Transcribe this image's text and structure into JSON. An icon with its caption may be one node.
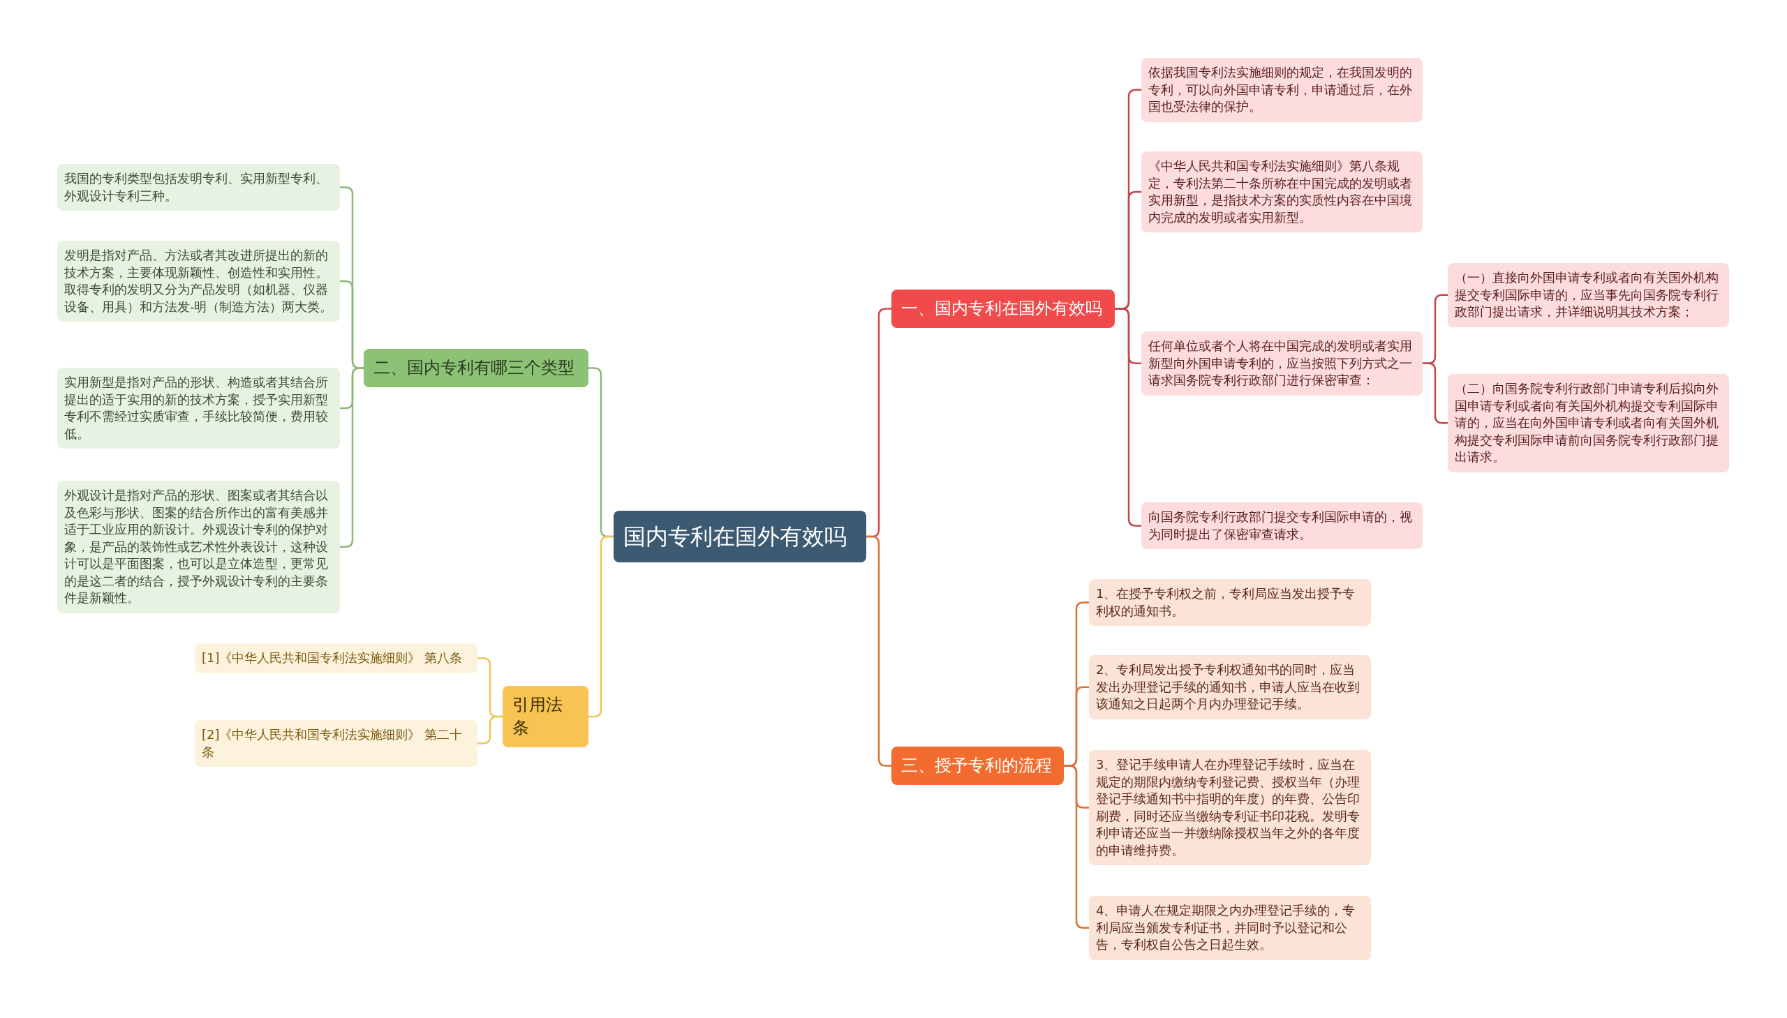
{
  "diagram": {
    "nodes": [
      {
        "text": [
          "国内专利在国外有效吗"
        ]
      },
      {
        "text": [
          "一、国内专利在国外有效吗"
        ]
      },
      {
        "text": [
          "依据我国专利法实施细则的规定，在我国发明的专利，可以向外国申请专利，申请通过后，在外国也受法律的保护。"
        ]
      },
      {
        "text": [
          "《中华人民共和国专利法实施细则》第八条规定，专利法第二十条所称在中国完成的发明或者实用新型，是指技术方案的实质性内容在中国境内完成的发明或者实用新型。"
        ]
      },
      {
        "text": [
          "任何单位或者个人将在中国完成的发明或者实用新型向外国申请专利的，应当按照下列方式之一请求国务院专利行政部门进行保密审查："
        ]
      },
      {
        "text": [
          "（一）直接向外国申请专利或者向有关国外机构提交专利国际申请的，应当事先向国务院专利行政部门提出请求，并详细说明其技术方案；"
        ]
      },
      {
        "text": [
          "（二）向国务院专利行政部门申请专利后拟向外国申请专利或者向有关国外机构提交专利国际申请的，应当在向外国申请专利或者向有关国外机构提交专利国际申请前向国务院专利行政部门提出请求。"
        ]
      },
      {
        "text": [
          "向国务院专利行政部门提交专利国际申请的，视为同时提出了保密审查请求。"
        ]
      },
      {
        "text": [
          "二、国内专利有哪三个类型"
        ]
      },
      {
        "text": [
          "我国的专利类型包括发明专利、实用新型专利、外观设计专利三种。"
        ]
      },
      {
        "text": [
          "发明是指对产品、方法或者其改进所提出的新的技术方案，主要体现新颖性、创造性和实用性。取得专利的发明又分为产品发明（如机器、仪器设备、用具）和方法发-明（制造方法）两大类。"
        ]
      },
      {
        "text": [
          "实用新型是指对产品的形状、构造或者其结合所提出的适于实用的新的技术方案，授予实用新型专利不需经过实质审查，手续比较简便，费用较低。"
        ]
      },
      {
        "text": [
          "外观设计是指对产品的形状、图案或者其结合以及色彩与形状、图案的结合所作出的富有美感并适于工业应用的新设计。外观设计专利的保护对象，是产品的装饰性或艺术性外表设计，这种设计可以是平面图案，也可以是立体造型，更常见的是这二者的结合，授予外观设计专利的主要条件是新颖性。"
        ]
      },
      {
        "text": [
          "引用法条"
        ]
      },
      {
        "text": [
          "[1]《中华人民共和国专利法实施细则》 第八条"
        ]
      },
      {
        "text": [
          "[2]《中华人民共和国专利法实施细则》 第二十条"
        ]
      },
      {
        "text": [
          "三、授予专利的流程"
        ]
      },
      {
        "text": [
          "1、在授予专利权之前，专利局应当发出授予专利权的通知书。"
        ]
      },
      {
        "text": [
          "2、专利局发出授予专利权通知书的同时，应当发出办理登记手续的通知书，申请人应当在收到该通知之日起两个月内办理登记手续。"
        ]
      },
      {
        "text": [
          "3、登记手续申请人在办理登记手续时，应当在规定的期限内缴纳专利登记费、授权当年（办理登记手续通知书中指明的年度）的年费、公告印刷费，同时还应当缴纳专利证书印花税。发明专利申请还应当一并缴纳除授权当年之外的各年度的申请维持费。"
        ]
      },
      {
        "text": [
          "4、申请人在规定期限之内办理登记手续的，专利局应当颁发专利证书，并同时予以登记和公告，专利权自公告之日起生效。"
        ]
      }
    ],
    "edges": [
      {
        "from": 0,
        "to": 1,
        "arrow": "none",
        "color": "#d9464b"
      },
      {
        "from": 1,
        "to": 2,
        "arrow": "none",
        "color": "#c0484f"
      },
      {
        "from": 1,
        "to": 3,
        "arrow": "none",
        "color": "#c0484f"
      },
      {
        "from": 1,
        "to": 4,
        "arrow": "none",
        "color": "#c0484f"
      },
      {
        "from": 4,
        "to": 5,
        "arrow": "none",
        "color": "#c0484f"
      },
      {
        "from": 4,
        "to": 6,
        "arrow": "none",
        "color": "#c0484f"
      },
      {
        "from": 1,
        "to": 7,
        "arrow": "none",
        "color": "#c0484f"
      },
      {
        "from": 0,
        "to": 8,
        "arrow": "none",
        "color": "#8fb77a"
      },
      {
        "from": 8,
        "to": 9,
        "arrow": "none",
        "color": "#8fb77a"
      },
      {
        "from": 8,
        "to": 10,
        "arrow": "none",
        "color": "#8fb77a"
      },
      {
        "from": 8,
        "to": 11,
        "arrow": "none",
        "color": "#8fb77a"
      },
      {
        "from": 8,
        "to": 12,
        "arrow": "none",
        "color": "#8fb77a"
      },
      {
        "from": 0,
        "to": 13,
        "arrow": "none",
        "color": "#f0c55a"
      },
      {
        "from": 13,
        "to": 14,
        "arrow": "none",
        "color": "#f0c55a"
      },
      {
        "from": 13,
        "to": 15,
        "arrow": "none",
        "color": "#f0c55a"
      },
      {
        "from": 0,
        "to": 16,
        "arrow": "none",
        "color": "#d9733a"
      },
      {
        "from": 16,
        "to": 17,
        "arrow": "none",
        "color": "#d9733a"
      },
      {
        "from": 16,
        "to": 18,
        "arrow": "none",
        "color": "#d9733a"
      },
      {
        "from": 16,
        "to": 19,
        "arrow": "none",
        "color": "#d9733a"
      },
      {
        "from": 16,
        "to": 20,
        "arrow": "none",
        "color": "#d9733a"
      }
    ]
  }
}
